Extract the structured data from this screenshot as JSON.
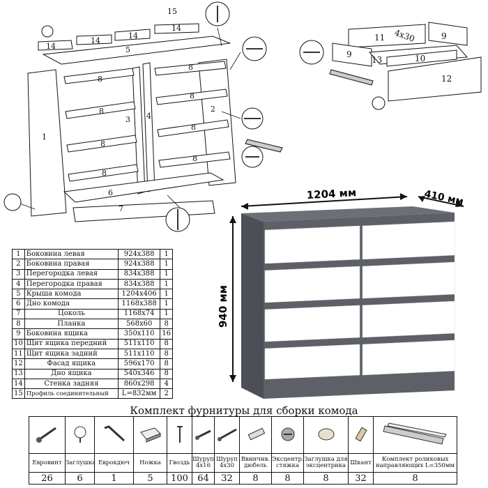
{
  "diagram": {
    "dimensions": {
      "width": "1204 мм",
      "depth": "410 мм",
      "height": "940 мм"
    },
    "labels": {
      "main": [
        "1",
        "2",
        "3",
        "4",
        "5",
        "6",
        "7",
        "8",
        "14",
        "15"
      ],
      "drawer": [
        "9",
        "10",
        "11",
        "12",
        "13",
        "4x30"
      ]
    }
  },
  "parts_table": {
    "rows": [
      {
        "num": "1",
        "name": "Боковина левая",
        "size": "924x388",
        "qty": "1"
      },
      {
        "num": "2",
        "name": "Боковина правая",
        "size": "924x388",
        "qty": "1"
      },
      {
        "num": "3",
        "name": "Перегородка левая",
        "size": "834x388",
        "qty": "1"
      },
      {
        "num": "4",
        "name": "Перегородка правая",
        "size": "834x388",
        "qty": "1"
      },
      {
        "num": "5",
        "name": "Крыша комода",
        "size": "1204x406",
        "qty": "1"
      },
      {
        "num": "6",
        "name": "Дно комода",
        "size": "1168x388",
        "qty": "1"
      },
      {
        "num": "7",
        "name": "Цоколь",
        "size": "1168x74",
        "qty": "1"
      },
      {
        "num": "8",
        "name": "Планка",
        "size": "568x60",
        "qty": "8"
      },
      {
        "num": "9",
        "name": "Боковина ящика",
        "size": "350x110",
        "qty": "16"
      },
      {
        "num": "10",
        "name": "Щит ящика передний",
        "size": "511x110",
        "qty": "8"
      },
      {
        "num": "11",
        "name": "Щит ящика задний",
        "size": "511x110",
        "qty": "8"
      },
      {
        "num": "12",
        "name": "Фасад ящика",
        "size": "596x170",
        "qty": "8"
      },
      {
        "num": "13",
        "name": "Дно ящика",
        "size": "540x346",
        "qty": "8"
      },
      {
        "num": "14",
        "name": "Стенка задняя",
        "size": "860x298",
        "qty": "4"
      },
      {
        "num": "15",
        "name": "Профиль соединительный",
        "size": "L=832мм",
        "qty": "2"
      }
    ]
  },
  "hardware": {
    "title": "Комплект фурнитуры для сборки комода",
    "items": [
      {
        "label": "Евровинт",
        "qty": "26",
        "icon": "eurovint-icon"
      },
      {
        "label": "Заглушка",
        "qty": "6",
        "icon": "cap-icon"
      },
      {
        "label": "Еврокдюч",
        "qty": "1",
        "icon": "hex-key-icon"
      },
      {
        "label": "Ножка",
        "qty": "5",
        "icon": "leg-icon"
      },
      {
        "label": "Гвоздь",
        "qty": "100",
        "icon": "nail-icon"
      },
      {
        "label": "Шуруп 4x16",
        "qty": "64",
        "icon": "screw-short-icon"
      },
      {
        "label": "Шуруп 4x30",
        "qty": "32",
        "icon": "screw-long-icon"
      },
      {
        "label": "Ввинчив. дюбель",
        "qty": "8",
        "icon": "dowel-icon"
      },
      {
        "label": "Эксцентр. стяжка",
        "qty": "8",
        "icon": "cam-lock-icon"
      },
      {
        "label": "Заглушка для эксцентрика",
        "qty": "8",
        "icon": "cam-cap-icon"
      },
      {
        "label": "Шкант",
        "qty": "32",
        "icon": "wood-dowel-icon"
      },
      {
        "label": "Комплект роликовых направляющих L=350мм",
        "qty": "8",
        "icon": "drawer-slide-icon"
      }
    ]
  },
  "colors": {
    "body": "#5d6167",
    "body_dark": "#44484d",
    "front": "#ffffff"
  }
}
